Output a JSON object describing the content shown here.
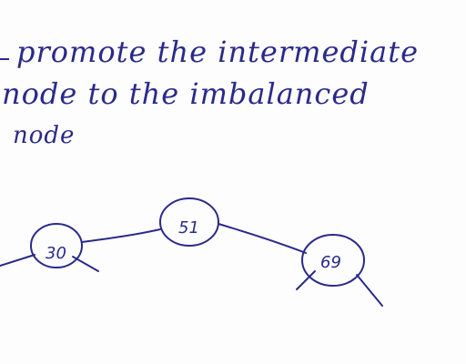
{
  "note": {
    "line1": "promote the intermediate",
    "line2": "node to the imbalanced",
    "line3": "node"
  },
  "tree": {
    "nodes": [
      {
        "id": "n30",
        "label": "30"
      },
      {
        "id": "n51",
        "label": "51"
      },
      {
        "id": "n69",
        "label": "69"
      }
    ]
  },
  "ink_color": "#2a2a8a"
}
